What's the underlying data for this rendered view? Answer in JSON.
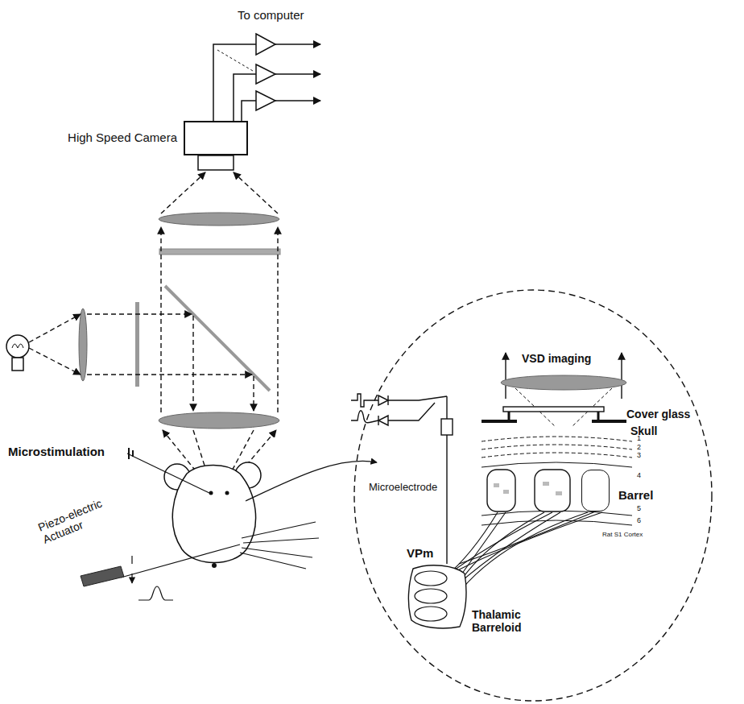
{
  "diagram": {
    "nodes": [
      {
        "text": [
          "High Speed Camera"
        ]
      },
      {
        "text": [
          "VPm",
          "Thalamic Barreloid"
        ]
      },
      {
        "text": [
          "Barrel"
        ]
      }
    ],
    "edges": [
      {
        "from": 1,
        "to": 2,
        "arrow": "none"
      }
    ],
    "labels": [
      "To computer",
      "Microstimulation",
      "Piezo-electric Actuator",
      "Microelectrode",
      "VSD imaging",
      "Cover glass",
      "Skull",
      "1",
      "2",
      "3",
      "4",
      "5",
      "6",
      "Rat S1 Cortex"
    ]
  }
}
